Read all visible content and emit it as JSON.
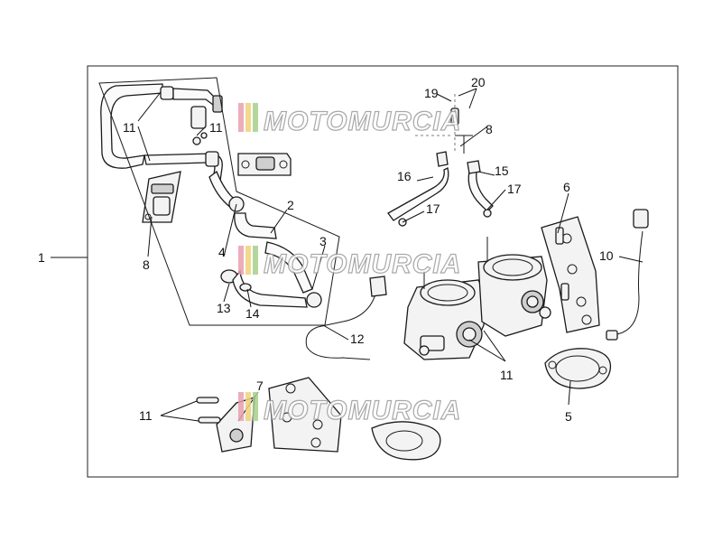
{
  "diagram": {
    "callouts": [
      {
        "id": "1",
        "label": "1"
      },
      {
        "id": "2",
        "label": "2"
      },
      {
        "id": "3",
        "label": "3"
      },
      {
        "id": "4",
        "label": "4"
      },
      {
        "id": "5",
        "label": "5"
      },
      {
        "id": "6",
        "label": "6"
      },
      {
        "id": "7",
        "label": "7"
      },
      {
        "id": "8a",
        "label": "8"
      },
      {
        "id": "8b",
        "label": "8"
      },
      {
        "id": "10",
        "label": "10"
      },
      {
        "id": "11a",
        "label": "11"
      },
      {
        "id": "11b",
        "label": "11"
      },
      {
        "id": "11c",
        "label": "11"
      },
      {
        "id": "11d",
        "label": "11"
      },
      {
        "id": "12",
        "label": "12"
      },
      {
        "id": "13",
        "label": "13"
      },
      {
        "id": "14",
        "label": "14"
      },
      {
        "id": "15",
        "label": "15"
      },
      {
        "id": "16",
        "label": "16"
      },
      {
        "id": "17a",
        "label": "17"
      },
      {
        "id": "17b",
        "label": "17"
      },
      {
        "id": "19",
        "label": "19"
      },
      {
        "id": "20",
        "label": "20"
      }
    ]
  },
  "watermark": {
    "text": "MOTOMURCIA",
    "stripe_colors": [
      "#e8a0b0",
      "#f2d27a",
      "#a8d08d"
    ]
  }
}
